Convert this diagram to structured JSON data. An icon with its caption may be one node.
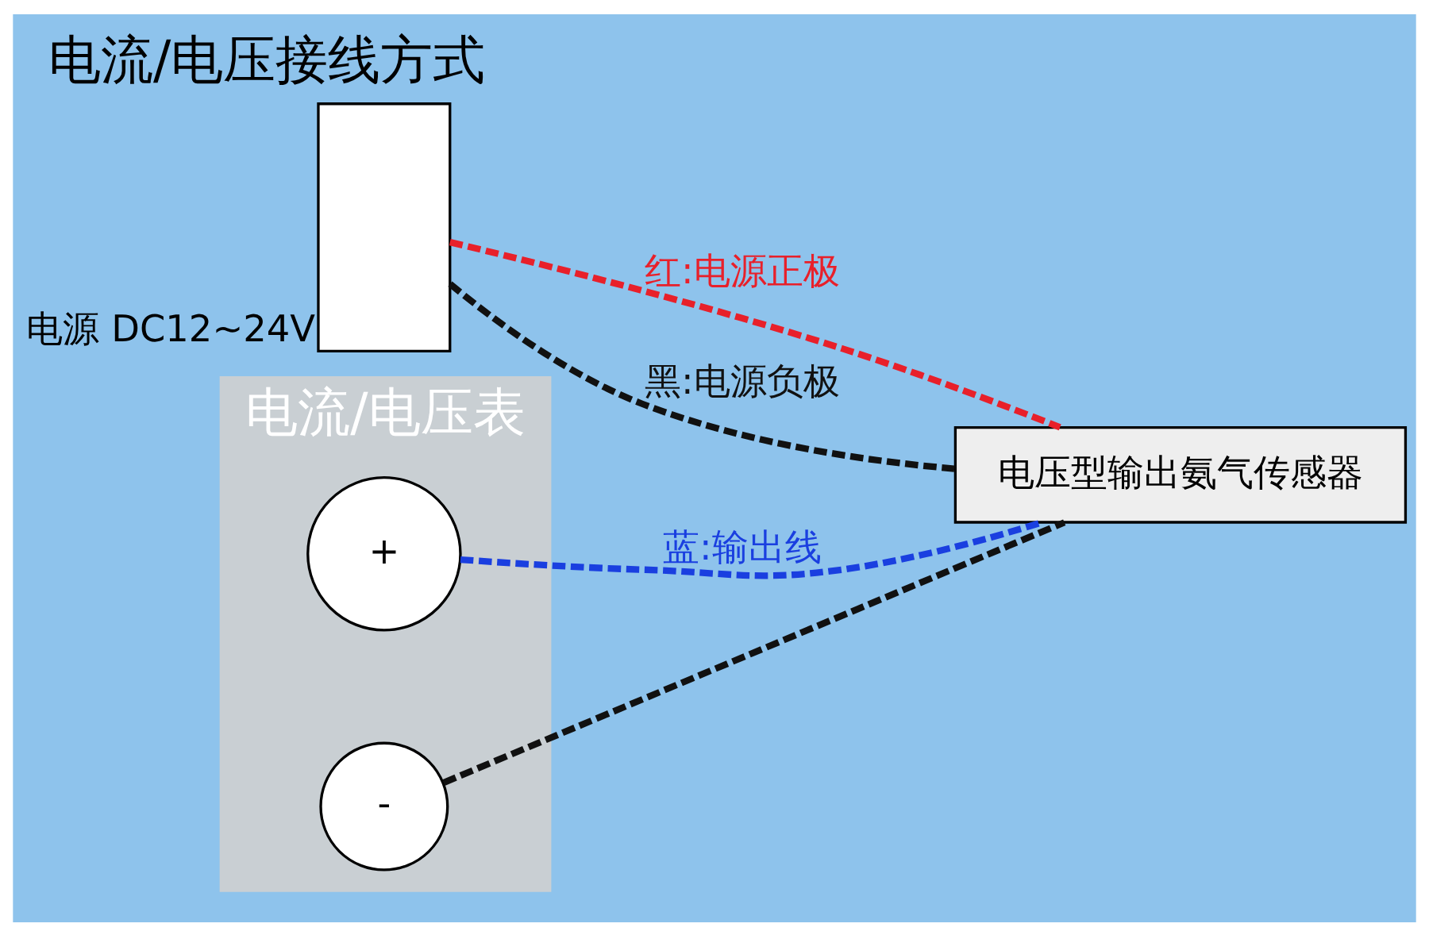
{
  "diagram": {
    "title": "电流/电压接线方式",
    "nodes": [
      {
        "text": [],
        "shape": "box",
        "beside": [
          "电源 DC12~24V"
        ]
      },
      {
        "text": [],
        "shape": "picture",
        "beside": [
          "电流/电压表"
        ]
      },
      {
        "text": [
          "+"
        ],
        "in": 1
      },
      {
        "text": [
          "-"
        ],
        "in": 1
      },
      {
        "text": [
          "电压型输出氨气传感器"
        ]
      }
    ],
    "edges": [
      {
        "from": 0,
        "to": 4,
        "arrow": "none",
        "label": "红:电源正极",
        "style": "dashed",
        "color": "#e8202a"
      },
      {
        "from": 0,
        "to": 4,
        "arrow": "none",
        "label": "黑:电源负极",
        "style": "dashed",
        "color": "#111111"
      },
      {
        "from": 3,
        "to": 4,
        "arrow": "none",
        "style": "dashed",
        "color": "#111111"
      },
      {
        "from": 2,
        "to": 4,
        "arrow": "none",
        "label": "蓝:输出线",
        "style": "dashed",
        "color": "#1a3fe0"
      }
    ]
  }
}
